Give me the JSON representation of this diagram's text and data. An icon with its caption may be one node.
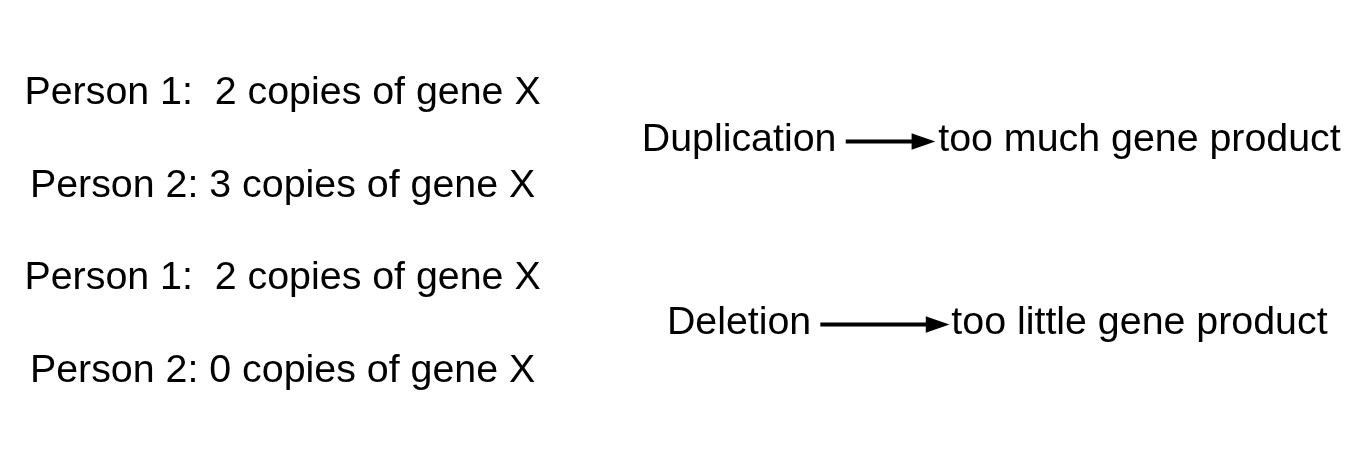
{
  "diagram": {
    "nodes": [
      {
        "text": [
          "Duplication"
        ]
      },
      {
        "text": [
          "too much gene product"
        ]
      },
      {
        "text": [
          "Deletion"
        ]
      },
      {
        "text": [
          "too little gene product"
        ]
      }
    ],
    "edges": [
      {
        "from": 0,
        "to": 1,
        "arrow": "to"
      },
      {
        "from": 2,
        "to": 3,
        "arrow": "to"
      }
    ],
    "labels": [
      "Person 1:  2 copies of gene X",
      "Person 2: 3 copies of gene X",
      "Person 1:  2 copies of gene X",
      "Person 2: 0 copies of gene X"
    ]
  }
}
